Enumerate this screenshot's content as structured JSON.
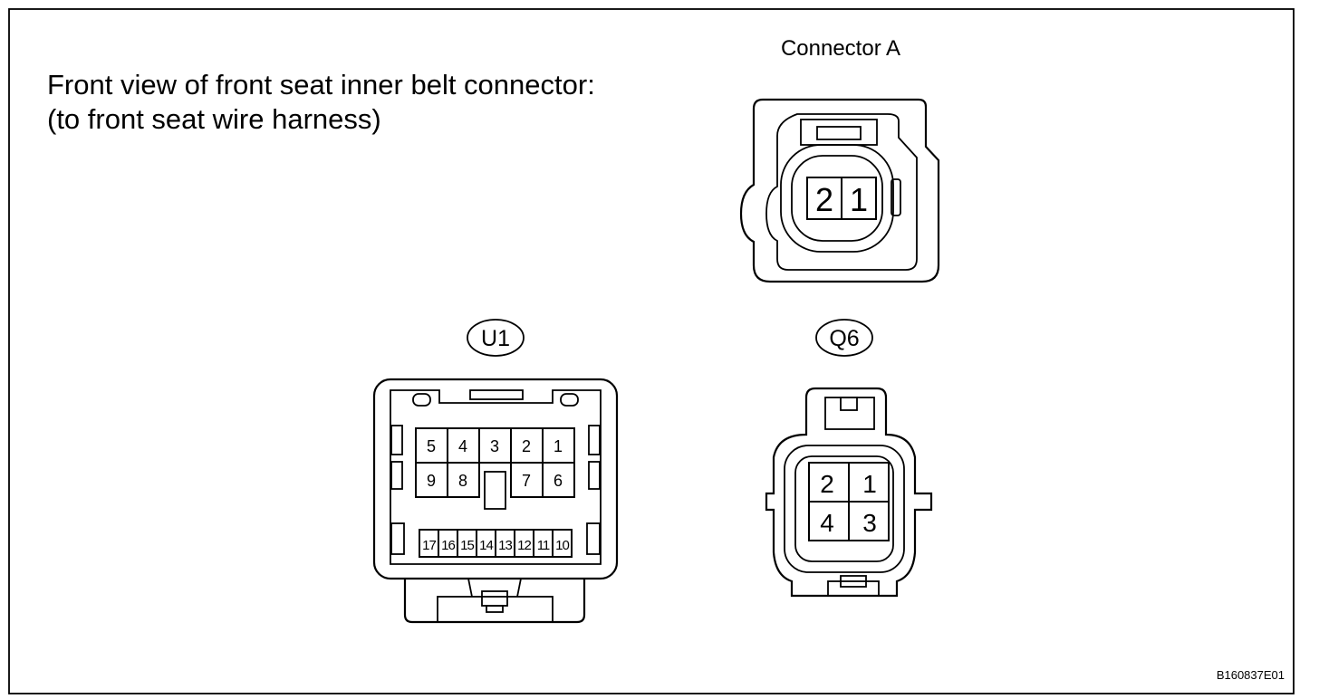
{
  "title_line1": "Front view of front seat inner belt connector:",
  "title_line2": "(to front seat wire harness)",
  "connector_a": {
    "label": "Connector A",
    "pins": [
      "2",
      "1"
    ]
  },
  "connector_u1": {
    "label": "U1",
    "row1": [
      "5",
      "4",
      "3",
      "2",
      "1"
    ],
    "row2": [
      "9",
      "8",
      "7",
      "6"
    ],
    "row3": [
      "17",
      "16",
      "15",
      "14",
      "13",
      "12",
      "11",
      "10"
    ]
  },
  "connector_q6": {
    "label": "Q6",
    "pins_top": [
      "2",
      "1"
    ],
    "pins_bottom": [
      "4",
      "3"
    ]
  },
  "figure_id": "B160837E01"
}
